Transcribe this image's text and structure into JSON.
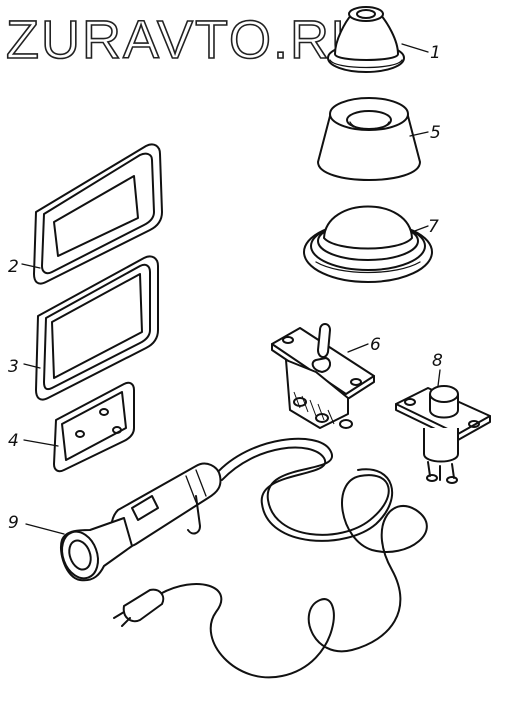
{
  "watermark": "ZURAVTO.RU",
  "parts": [
    {
      "number": "1",
      "kind": "rubber-cap-small"
    },
    {
      "number": "5",
      "kind": "rubber-cap-conical"
    },
    {
      "number": "7",
      "kind": "rubber-dome-cap"
    },
    {
      "number": "2",
      "kind": "rectangular-gasket-narrow"
    },
    {
      "number": "3",
      "kind": "rectangular-gasket-large"
    },
    {
      "number": "4",
      "kind": "small-gasket-plate"
    },
    {
      "number": "6",
      "kind": "toggle-switch"
    },
    {
      "number": "8",
      "kind": "push-button-switch"
    },
    {
      "number": "9",
      "kind": "inspection-lamp-with-cable"
    }
  ]
}
